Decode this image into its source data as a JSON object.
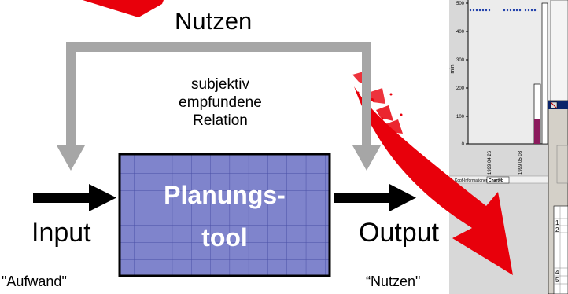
{
  "diagram": {
    "top_label": "Nutzen",
    "relation_lines": [
      "subjektiv",
      "empfundene",
      "Relation"
    ],
    "box_lines": [
      "Planungs-",
      "tool"
    ],
    "input_label": "Input",
    "input_sub": "\"Aufwand\"",
    "output_label": "Output",
    "output_sub": "“Nutzen\""
  },
  "screenshot": {
    "y_axis_label": "min",
    "y_ticks": [
      "500",
      "400",
      "300",
      "200",
      "100",
      "0"
    ],
    "x_ticks": [
      "1999 04 26",
      "1999 05 03"
    ],
    "tabs": [
      "Kopf-Informationen",
      "Chart0b"
    ],
    "row_numbers": [
      "1",
      "2",
      "4",
      "5"
    ],
    "chart_bars": [
      {
        "x_tick": "1999 05 03",
        "value": 215,
        "lower_value": 90
      },
      {
        "x_tick": "1999 05 03",
        "value": 500
      }
    ]
  },
  "colors": {
    "arrow_gray": "#a6a6a6",
    "box_fill": "#7f84cc",
    "red_arrow": "#e8000b",
    "bar_purple": "#8b1a5c",
    "point_blue": "#1f3faa"
  }
}
